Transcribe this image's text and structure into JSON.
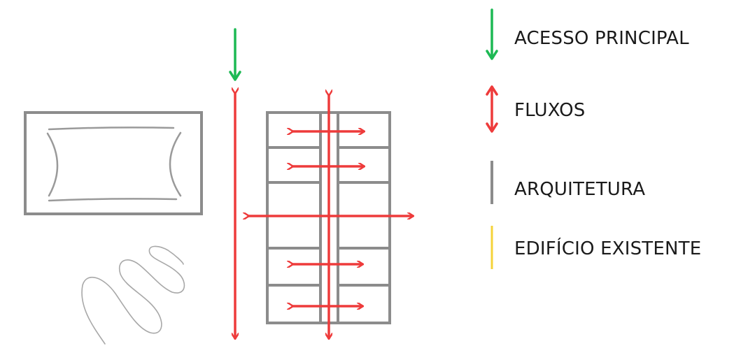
{
  "legend": {
    "items": [
      {
        "key": "access",
        "label": "ACESSO PRINCIPAL",
        "color": "#1db954"
      },
      {
        "key": "flows",
        "label": "FLUXOS",
        "color": "#ee3b3b"
      },
      {
        "key": "architecture",
        "label": "ARQUITETURA",
        "color": "#8c8c8c"
      },
      {
        "key": "existing",
        "label": "EDIFÍCIO EXISTENTE",
        "color": "#f5d33a"
      }
    ]
  },
  "colors": {
    "access": "#1db954",
    "flows": "#ee3b3b",
    "architecture": "#8c8c8c",
    "existing": "#f5d33a",
    "sketch": "#9a9a9a"
  }
}
